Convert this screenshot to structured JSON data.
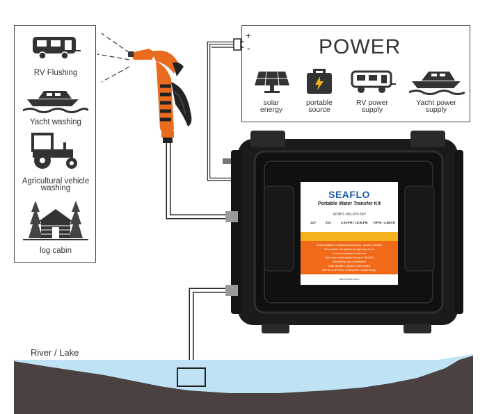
{
  "uses": [
    {
      "label": "RV Flushing",
      "icon": "rv-icon"
    },
    {
      "label": "Yacht washing",
      "icon": "yacht-icon"
    },
    {
      "label": "Agricultural vehicle",
      "label2": "washing",
      "icon": "tractor-icon"
    },
    {
      "label": "log cabin",
      "icon": "log-cabin-icon"
    }
  ],
  "power": {
    "title": "POWER",
    "plus": "+",
    "minus": "-",
    "sources": [
      {
        "line1": "solar",
        "line2": "energy",
        "icon": "solar-panel-icon"
      },
      {
        "line1": "portable",
        "line2": "source",
        "icon": "battery-icon"
      },
      {
        "line1": "RV power",
        "line2": "supply",
        "icon": "rv-icon"
      },
      {
        "line1": "Yacht power",
        "line2": "supply",
        "icon": "yacht-icon"
      }
    ]
  },
  "product": {
    "brand": "SEAFLO",
    "title": "Portable Water Transfer Kit",
    "model": "SFWP1-050-070-56P",
    "specs": [
      "12V",
      "20A",
      "5.0GPM / 18.9LPM",
      "70PSI / 4.8BAR"
    ],
    "description": [
      "Ideal installation of additional accessories. Tamper protection",
      "Pump station and pipeline storage: easy to use",
      "Advanced waterproof case box",
      "High power motor quality, flow up to 18.9LPM",
      "Self-priming, dry run protection",
      "Quiet operation, capable of dry running",
      "With UL & CE listed, rechargeable, durable design"
    ],
    "website": "www.seaflo.com"
  },
  "river_label": "River / Lake",
  "colors": {
    "water": "#bfe3f5",
    "ground": "#4a4140",
    "case": "#1b1b1b",
    "orange": "#f06a1a",
    "brand_blue": "#1e5aa8"
  }
}
